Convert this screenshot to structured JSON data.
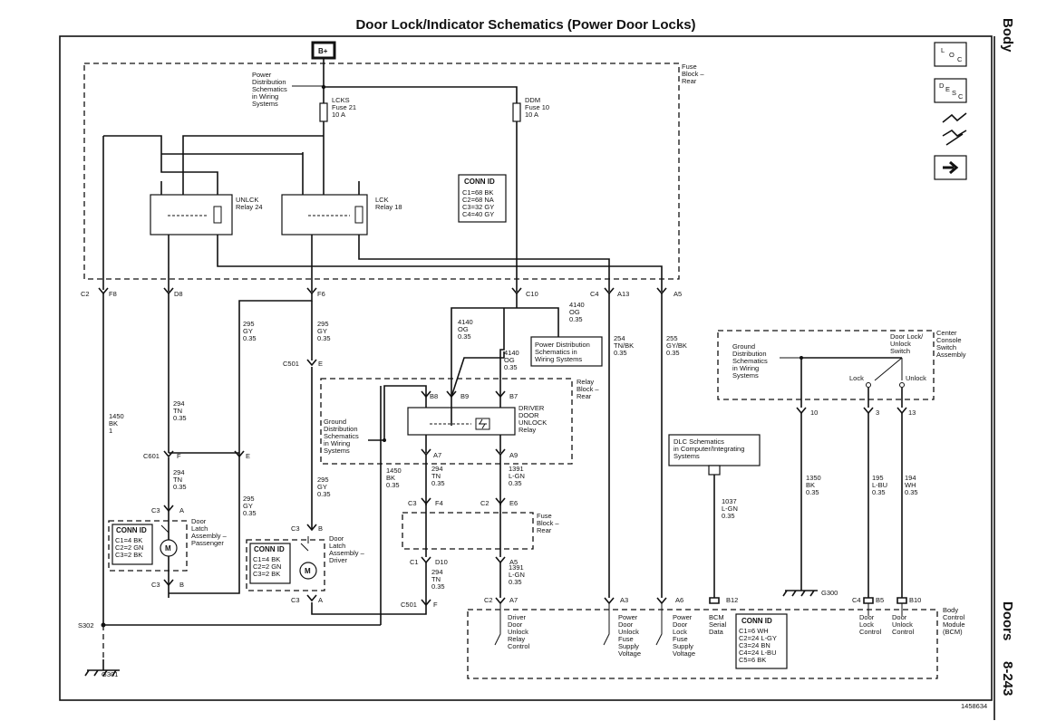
{
  "title": "Door Lock/Indicator Schematics (Power Door Locks)",
  "side": {
    "body": "Body",
    "doors": "Doors",
    "page": "8-243"
  },
  "figure_id": "1458634",
  "legend_icons": [
    "loc-icon",
    "desc-icon",
    "conn-icon",
    "arrow-icon"
  ],
  "legend_text": {
    "loc_l": "L",
    "loc_o": "O",
    "loc_c": "C",
    "desc_d": "D",
    "desc_e": "E",
    "desc_s": "S",
    "desc_c": "C"
  },
  "power": "B+",
  "fuse_block": "Fuse Block – Rear",
  "fuses": [
    {
      "name": "LCKS",
      "fuse": "Fuse 21",
      "amps": "10 A"
    },
    {
      "name": "DDM",
      "fuse": "Fuse 10",
      "amps": "10 A"
    }
  ],
  "pd_ref": [
    "Power",
    "Distribution",
    "Schematics",
    "in Wiring",
    "Systems"
  ],
  "relays": [
    {
      "name": "UNLCK",
      "num": "Relay 24"
    },
    {
      "name": "LCK",
      "num": "Relay 18"
    }
  ],
  "fb_conn": {
    "title": "CONN ID",
    "items": [
      "C1=68 BK",
      "C2=68 NA",
      "C3=32 GY",
      "C4=40 GY"
    ]
  },
  "fb_pins": [
    "C2",
    "F8",
    "D8",
    "F6",
    "C10",
    "C4",
    "A13",
    "A5"
  ],
  "wires": {
    "w1450": [
      "1450",
      "BK",
      "1"
    ],
    "w294": [
      "294",
      "TN",
      "0.35"
    ],
    "w295a": [
      "295",
      "GY",
      "0.35"
    ],
    "w295b": [
      "295",
      "GY",
      "0.35"
    ],
    "w4140a": [
      "4140",
      "OG",
      "0.35"
    ],
    "w4140b": [
      "4140",
      "OG",
      "0.35"
    ],
    "w4140c": [
      "4140",
      "OG",
      "0.35"
    ],
    "w254": [
      "254",
      "TN/BK",
      "0.35"
    ],
    "w255": [
      "255",
      "GY/BK",
      "0.35"
    ],
    "w294b": [
      "294",
      "TN",
      "0.35"
    ],
    "w295c": [
      "295",
      "GY",
      "0.35"
    ],
    "w295d": [
      "295",
      "GY",
      "0.35"
    ],
    "w1450b": [
      "1450",
      "BK",
      "0.35"
    ],
    "w294c": [
      "294",
      "TN",
      "0.35"
    ],
    "w1391a": [
      "1391",
      "L-GN",
      "0.35"
    ],
    "w1391b": [
      "1391",
      "L-GN",
      "0.35"
    ],
    "w294d": [
      "294",
      "TN",
      "0.35"
    ],
    "w1037": [
      "1037",
      "L-GN",
      "0.35"
    ],
    "w1350": [
      "1350",
      "BK",
      "0.35"
    ],
    "w195": [
      "195",
      "L-BU",
      "0.35"
    ],
    "w194": [
      "194",
      "WH",
      "0.35"
    ]
  },
  "pd_ref2": [
    "Power Distribution",
    "Schematics in",
    "Wiring Systems"
  ],
  "relay_block": "Relay Block – Rear",
  "driver_relay": [
    "DRIVER",
    "DOOR",
    "UNLOCK",
    "Relay"
  ],
  "gd_ref": [
    "Ground",
    "Distribution",
    "Schematics",
    "in Wiring",
    "Systems"
  ],
  "rb_pins": [
    "B8",
    "B9",
    "B7",
    "A7",
    "A9"
  ],
  "c501": "C501",
  "c601": "C601",
  "pin_e": "E",
  "pin_f": "F",
  "pass_latch": {
    "conn": "C3",
    "pin_a": "A",
    "pin_b": "B",
    "label": [
      "Door",
      "Latch",
      "Assembly –",
      "Passenger"
    ],
    "conn_title": "CONN ID",
    "conn_items": [
      "C1=4 BK",
      "C2=2 GN",
      "C3=2 BK"
    ]
  },
  "drv_latch": {
    "conn": "C3",
    "pin_a": "A",
    "pin_b": "B",
    "label": [
      "Door",
      "Latch",
      "Assembly –",
      "Driver"
    ],
    "conn_title": "CONN ID",
    "conn_items": [
      "C1=4 BK",
      "C2=2 GN",
      "C3=2 BK"
    ]
  },
  "fb2_pins": {
    "c3": "C3",
    "f4": "F4",
    "c2": "C2",
    "e6": "E6",
    "c1": "C1",
    "d10": "D10",
    "a5": "A5"
  },
  "splice": "S302",
  "grounds": [
    "G301",
    "G300"
  ],
  "dlc": [
    "DLC Schematics",
    "in Computer/Integrating",
    "Systems"
  ],
  "switch": {
    "title": [
      "Center",
      "Console",
      "Switch",
      "Assembly"
    ],
    "name": [
      "Door Lock/",
      "Unlock",
      "Switch"
    ],
    "lock": "Lock",
    "unlock": "Unlock",
    "pins": [
      "10",
      "3",
      "13"
    ]
  },
  "gd_ref3": [
    "Ground",
    "Distribution",
    "Schematics",
    "in Wiring",
    "Systems"
  ],
  "bcm": {
    "title": [
      "Body",
      "Control",
      "Module",
      "(BCM)"
    ],
    "pins": [
      "C2",
      "A7",
      "A3",
      "A6",
      "B12",
      "C4",
      "B5",
      "B10"
    ],
    "lbl_drv": [
      "Driver",
      "Door",
      "Unlock",
      "Relay",
      "Control"
    ],
    "lbl_pu": [
      "Power",
      "Door",
      "Unlock",
      "Fuse",
      "Supply",
      "Voltage"
    ],
    "lbl_pl": [
      "Power",
      "Door",
      "Lock",
      "Fuse",
      "Supply",
      "Voltage"
    ],
    "lbl_bcm": [
      "BCM",
      "Serial",
      "Data"
    ],
    "lbl_lock": [
      "Door",
      "Lock",
      "Control"
    ],
    "lbl_unlock": [
      "Door",
      "Unlock",
      "Control"
    ],
    "conn_title": "CONN ID",
    "conn_items": [
      "C1=6 WH",
      "C2=24 L-GY",
      "C3=24 BN",
      "C4=24 L-BU",
      "C5=6 BK"
    ]
  }
}
